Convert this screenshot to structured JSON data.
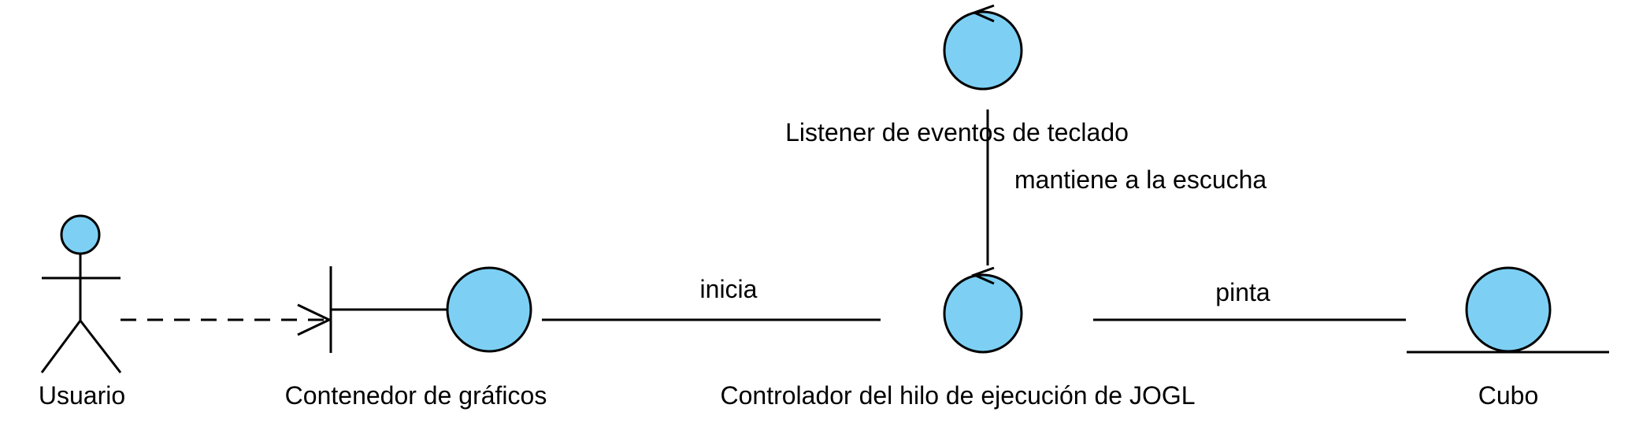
{
  "diagram": {
    "fill_color": "#7dd0f4",
    "stroke_color": "#000000",
    "nodes": {
      "actor": {
        "kind": "actor",
        "label": "Usuario"
      },
      "boundary": {
        "kind": "boundary",
        "label": "Contenedor de gráficos"
      },
      "controller": {
        "kind": "control",
        "label": "Controlador del hilo de ejecución de JOGL"
      },
      "listener": {
        "kind": "control",
        "label": "Listener de eventos de teclado"
      },
      "entity": {
        "kind": "entity",
        "label": "Cubo"
      }
    },
    "links": {
      "actor_to_boundary": {
        "style": "dashed",
        "label": ""
      },
      "boundary_to_controller": {
        "style": "solid",
        "label": "inicia"
      },
      "controller_to_entity": {
        "style": "solid",
        "label": "pinta"
      },
      "controller_to_listener": {
        "style": "solid",
        "label": "mantiene a la escucha"
      }
    }
  }
}
